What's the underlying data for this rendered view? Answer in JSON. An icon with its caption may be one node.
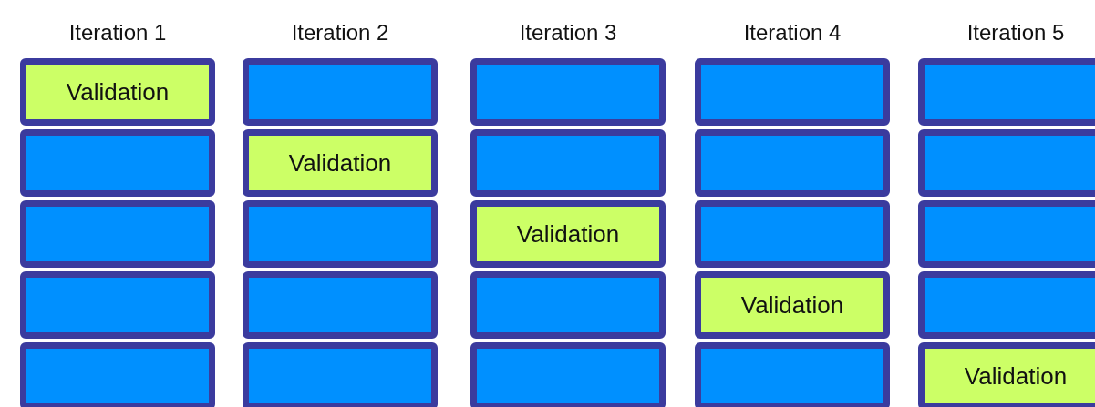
{
  "diagram": {
    "nodes": [
      {
        "text": [
          "Validation"
        ]
      },
      {
        "text": [],
        "shape": "box"
      },
      {
        "text": [],
        "shape": "box"
      },
      {
        "text": [],
        "shape": "box"
      },
      {
        "text": [],
        "shape": "box"
      },
      {
        "text": [],
        "shape": "box"
      },
      {
        "text": [
          "Validation"
        ]
      },
      {
        "text": [],
        "shape": "box"
      },
      {
        "text": [],
        "shape": "box"
      },
      {
        "text": [],
        "shape": "box"
      },
      {
        "text": [],
        "shape": "box"
      },
      {
        "text": [],
        "shape": "box"
      },
      {
        "text": [
          "Validation"
        ]
      },
      {
        "text": [],
        "shape": "box"
      },
      {
        "text": [],
        "shape": "box"
      },
      {
        "text": [],
        "shape": "box"
      },
      {
        "text": [],
        "shape": "box"
      },
      {
        "text": [],
        "shape": "box"
      },
      {
        "text": [
          "Validation"
        ]
      },
      {
        "text": [],
        "shape": "box"
      },
      {
        "text": [],
        "shape": "box"
      },
      {
        "text": [],
        "shape": "box"
      },
      {
        "text": [],
        "shape": "box"
      },
      {
        "text": [],
        "shape": "box"
      },
      {
        "text": [
          "Validation"
        ]
      }
    ],
    "labels": [
      "Iteration 1",
      "Iteration 2",
      "Iteration 3",
      "Iteration 4",
      "Iteration 5"
    ]
  }
}
